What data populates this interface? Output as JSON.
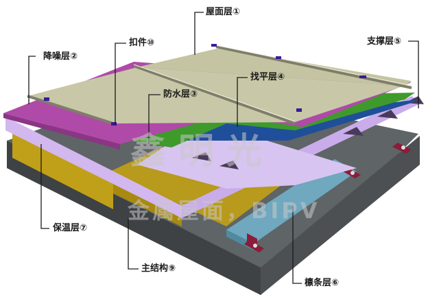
{
  "diagram": {
    "subject": "metal roof layered structure",
    "layers": [
      {
        "id": 1,
        "label": "屋面层①",
        "color": "#c8c8a8"
      },
      {
        "id": 2,
        "label": "降噪层②",
        "color": "#b04aa8"
      },
      {
        "id": 3,
        "label": "防水层③",
        "color": "#3f9a2c"
      },
      {
        "id": 4,
        "label": "找平层④",
        "color": "#1f4f9a"
      },
      {
        "id": 5,
        "label": "支撑层⑤",
        "color": "#d2b8ee"
      },
      {
        "id": 6,
        "label": "檩条层⑥",
        "color": "#6fa8bf"
      },
      {
        "id": 7,
        "label": "保温层⑦",
        "color": "#c0a018"
      },
      {
        "id": 9,
        "label": "主结构⑨",
        "color": "#4a4e50"
      },
      {
        "id": 10,
        "label": "扣件⑩",
        "color": "#3a1a9a"
      }
    ],
    "labels": {
      "roof": "屋面层①",
      "noise": "降噪层②",
      "waterproof": "防水层③",
      "leveling": "找平层④",
      "support": "支撑层⑤",
      "purlin": "檩条层⑥",
      "insulation": "保温层⑦",
      "main_structure": "主结构⑨",
      "fastener": "扣件⑩"
    },
    "watermark": {
      "brand": "鑫明光",
      "tagline": "金属屋面，BIPV"
    }
  }
}
